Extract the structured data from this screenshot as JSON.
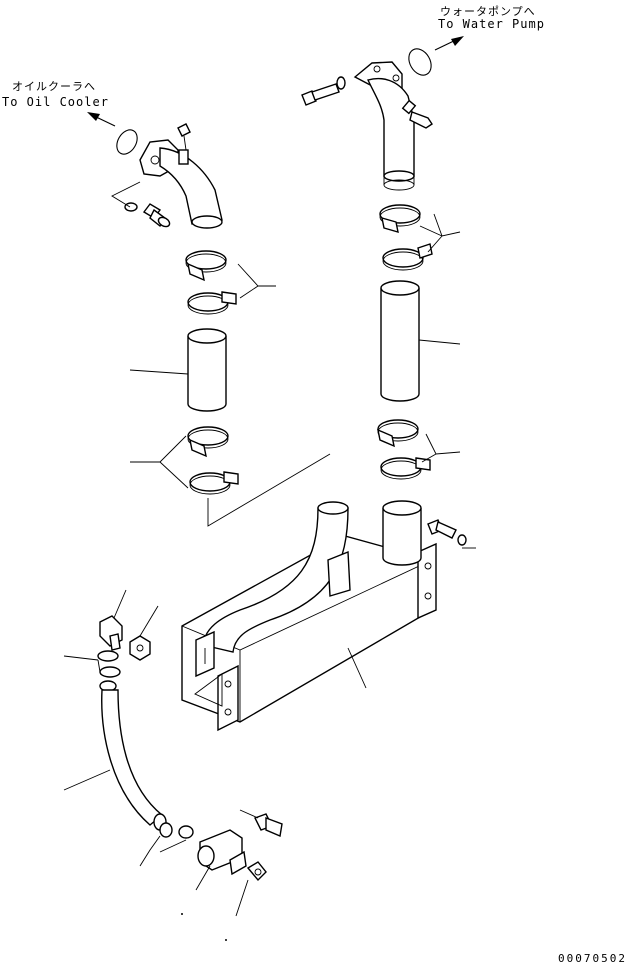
{
  "labels": {
    "to_water_pump_jp": "ウォータポンプへ",
    "to_water_pump_en": "To Water Pump",
    "to_oil_cooler_jp": "オイルクーラへ",
    "to_oil_cooler_en": "To Oil Cooler"
  },
  "drawing_number": "00070502"
}
